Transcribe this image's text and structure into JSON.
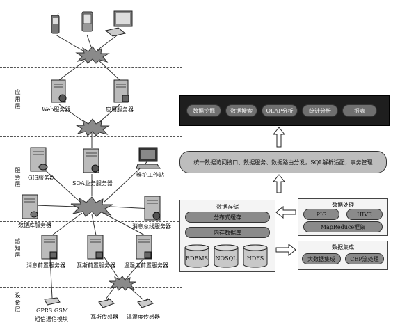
{
  "layers": {
    "application": "应用层",
    "service": "服务层",
    "perception": "感知层",
    "device": "设备层"
  },
  "nodes": {
    "web_server": "Web服务器",
    "app_server": "应用服务器",
    "gis_server": "GIS服务器",
    "soa_server": "SOA业务服务器",
    "maint_station": "维护工作站",
    "db_server": "数据库服务器",
    "msg_bus_server": "消息总线服务器",
    "msg_front_server": "消息前置服务器",
    "gas_front_server": "瓦斯前置服务器",
    "temp_front_server": "温湿度前置服务器",
    "gprs_module_line1": "GPRS GSM",
    "gprs_module_line2": "短信通信模块",
    "gas_sensor": "瓦斯传感器",
    "temp_sensor": "温湿度传感器"
  },
  "top_bar": [
    "数据挖掘",
    "数据搜索",
    "OLAP分析",
    "统计分析",
    "报表"
  ],
  "interface_bar": "统一数据访问接口、数据服务、数据路由分发，SQL解析适配，事务管理",
  "storage": {
    "title": "数据存储",
    "items": [
      "分布式缓存",
      "内存数据库"
    ],
    "dbs": [
      "RDBMS",
      "NOSQL",
      "HDFS"
    ]
  },
  "processing": {
    "title": "数据处理",
    "items": [
      "PIG",
      "HIVE"
    ],
    "framework": "MapReduce框架"
  },
  "integration": {
    "title": "数据集成",
    "items": [
      "大数据集成",
      "CEP流处理"
    ]
  },
  "colors": {
    "dark_bar": "#1e1e1e",
    "pill_gray": "#6f6f6f",
    "panel_bg": "#f4f4f4"
  }
}
